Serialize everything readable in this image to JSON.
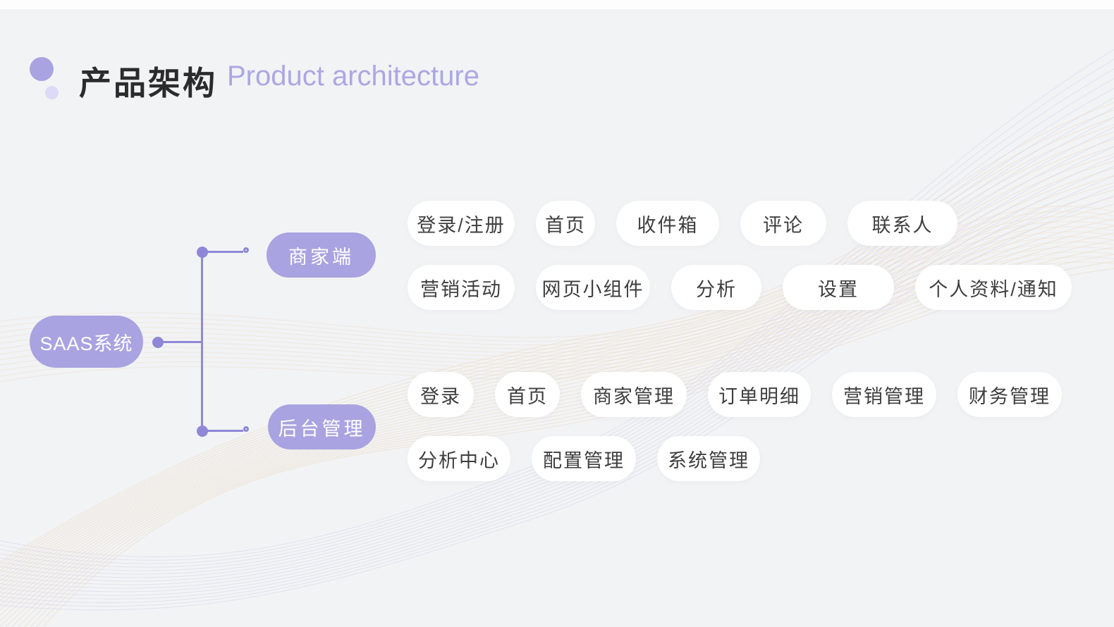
{
  "header": {
    "title": "产品架构",
    "subtitle": "Product architecture"
  },
  "tree": {
    "root": {
      "label": "SAAS系统"
    },
    "branches": [
      {
        "label": "商家端",
        "rows": [
          [
            "登录/注册",
            "首页",
            "收件箱",
            "评论",
            "联系人"
          ],
          [
            "营销活动",
            "网页小组件",
            "分析",
            "设置",
            "个人资料/通知"
          ]
        ]
      },
      {
        "label": "后台管理",
        "rows": [
          [
            "登录",
            "首页",
            "商家管理",
            "订单明细",
            "营销管理",
            "财务管理"
          ],
          [
            "分析中心",
            "配置管理",
            "系统管理"
          ]
        ]
      }
    ]
  },
  "colors": {
    "background": "#F2F3F5",
    "accent_purple": "#A9A3E1",
    "accent_purple_light": "#DDD9F6",
    "connector_purple": "#8E88D7",
    "subtitle_purple": "#ACA7E2",
    "title_text": "#2B2B2B",
    "pill_text": "#3E3E3E",
    "pill_background": "#FFFFFF",
    "wave_tan": "#EBDCC3",
    "wave_lavender": "#D9D5EC"
  }
}
